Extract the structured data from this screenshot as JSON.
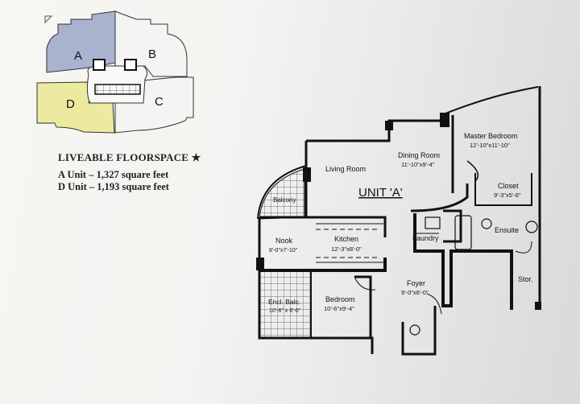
{
  "key_plan": {
    "units": [
      {
        "label": "A",
        "color": "#a9b2cf"
      },
      {
        "label": "B",
        "color": "#f4f4f2"
      },
      {
        "label": "C",
        "color": "#f4f4f2"
      },
      {
        "label": "D",
        "color": "#ecea9e"
      }
    ]
  },
  "floorspace": {
    "heading": "LIVEABLE FLOORSPACE ★",
    "lines": [
      "A Unit – 1,327 square feet",
      "D Unit – 1,193 square feet"
    ]
  },
  "plan": {
    "title": "UNIT 'A'",
    "rooms": [
      {
        "name": "Living Room",
        "size": ""
      },
      {
        "name": "Dining Room",
        "size": "11'-10\"x9'-4\""
      },
      {
        "name": "Master Bedroom",
        "size": "12'-10\"x11'-10\""
      },
      {
        "name": "Closet",
        "size": "9'-3\"x5'-6\""
      },
      {
        "name": "Balcony",
        "size": ""
      },
      {
        "name": "Nook",
        "size": "8'-0\"x7'-10\""
      },
      {
        "name": "Kitchen",
        "size": "12'-3\"x8'-0\""
      },
      {
        "name": "Laundry",
        "size": ""
      },
      {
        "name": "Ensuite",
        "size": ""
      },
      {
        "name": "Foyer",
        "size": "9'-0\"x6'-0\""
      },
      {
        "name": "Encl. Balc.",
        "size": "10'-6\" x 8'-0\""
      },
      {
        "name": "Bedroom",
        "size": "10'-6\"x9'-4\""
      },
      {
        "name": "Stor.",
        "size": ""
      }
    ]
  }
}
